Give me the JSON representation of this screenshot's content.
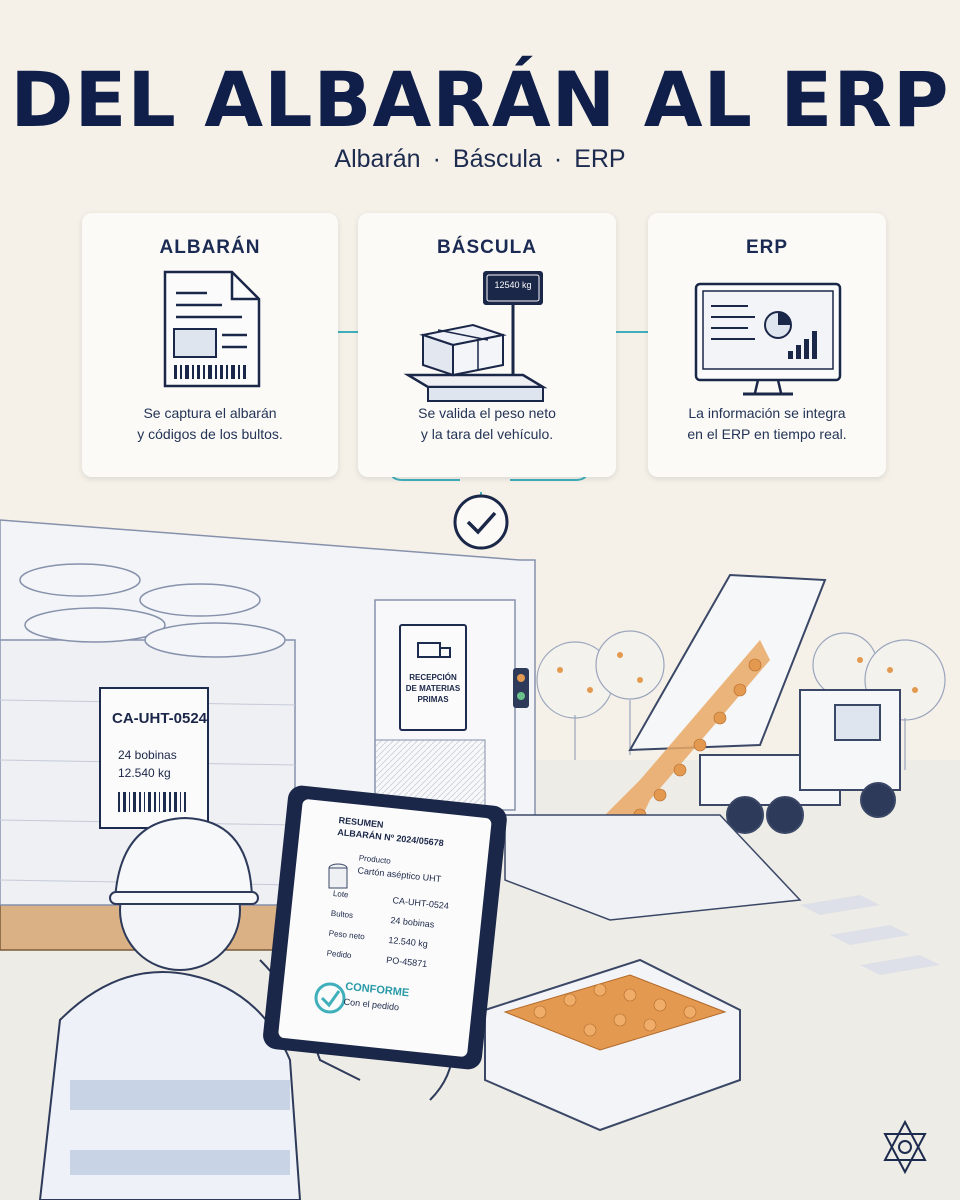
{
  "title": "DEL ALBARÁN AL ERP",
  "subtitle": {
    "part1": "Albarán",
    "sep": "·",
    "part2": "Báscula",
    "part3": "ERP"
  },
  "steps": [
    {
      "title": "ALBARÁN",
      "line1": "Se captura el albarán",
      "line2": "y códigos de los bultos.",
      "icon": "document-icon"
    },
    {
      "title": "BÁSCULA",
      "line1": "Se valida el peso neto",
      "line2": "y la tara del vehículo.",
      "icon": "scale-icon",
      "scale_display": "12540 kg"
    },
    {
      "title": "ERP",
      "line1": "La información se integra",
      "line2": "en el ERP en tiempo real.",
      "icon": "monitor-chart-icon"
    }
  ],
  "pallet_label": {
    "code": "CA-UHT-0524",
    "line1": "24 bobinas",
    "line2": "12.540 kg"
  },
  "dock_sign": {
    "line1": "RECEPCIÓN",
    "line2": "DE MATERIAS",
    "line3": "PRIMAS"
  },
  "tablet": {
    "header1": "RESUMEN",
    "header2": "ALBARÁN Nº 2024/05678",
    "product_label": "Producto",
    "product_value": "Cartón aséptico UHT",
    "rows": [
      {
        "label": "Lote",
        "value": "CA-UHT-0524"
      },
      {
        "label": "Bultos",
        "value": "24 bobinas"
      },
      {
        "label": "Peso neto",
        "value": "12.540 kg"
      },
      {
        "label": "Pedido",
        "value": "PO-45871"
      }
    ],
    "status_title": "CONFORME",
    "status_sub": "Con el pedido"
  },
  "colors": {
    "navy": "#0f1f4a",
    "teal": "#3fb0bb",
    "orange": "#e3994f",
    "background": "#f5f1e8"
  }
}
